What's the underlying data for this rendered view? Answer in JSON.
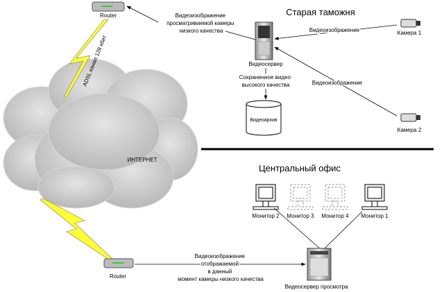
{
  "internet": {
    "label": "ИНТЕРНЕТ"
  },
  "router_top": {
    "label": "Router"
  },
  "router_bottom": {
    "label": "Router"
  },
  "adsl_link": {
    "label": "ADSL канал 128 кбит"
  },
  "top_video_note": {
    "lines": [
      "Видеоизображение",
      "просматриваемой камеры",
      "низкого качества"
    ]
  },
  "old_customs": {
    "title": "Старая таможня",
    "server_label": "Видеосервер",
    "camera1_label": "Камера 1",
    "camera2_label": "Камера 2",
    "camera1_link_label": "Видеоизображение",
    "camera2_link_label": "Видеоизображение",
    "saved_video": [
      "Сохраненное видео",
      "высокого качества"
    ],
    "archive_label": "Видеоархив"
  },
  "central_office": {
    "title": "Центральный офис",
    "monitors": [
      {
        "label": "Монитор 2",
        "active": true
      },
      {
        "label": "Монитор 3",
        "active": false
      },
      {
        "label": "Монитор 4",
        "active": false
      },
      {
        "label": "Монитор 1",
        "active": true
      }
    ],
    "server_label": "Видеосервер просмотра"
  },
  "bottom_video_note": {
    "lines": [
      "Видеоизображение",
      "отображаемой",
      "в данный",
      "момент камеры низкого качества"
    ]
  },
  "colors": {
    "lightning": "#ffff33",
    "cloud": "#c8c8c8"
  }
}
